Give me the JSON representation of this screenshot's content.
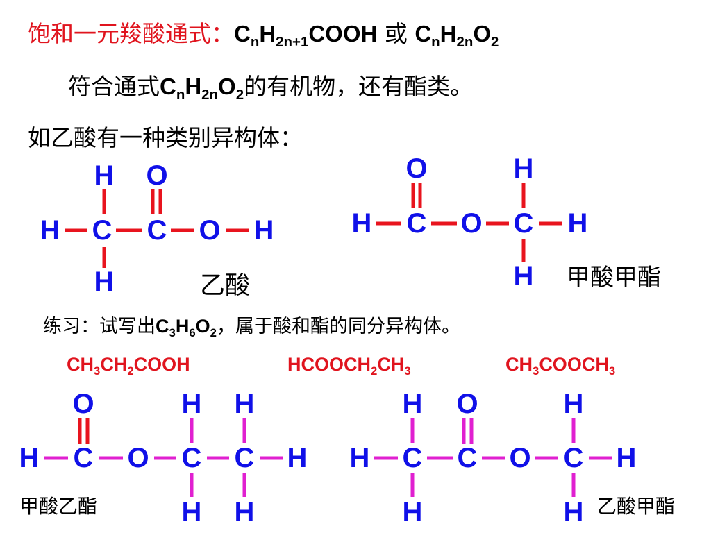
{
  "header": {
    "title_label": "饱和一元羧酸通式：",
    "formula_1": [
      "C",
      "n",
      "H",
      "2n+1",
      "COOH"
    ],
    "or_text": " 或 ",
    "formula_2": [
      "C",
      "n",
      "H",
      "2n",
      "O",
      "2"
    ]
  },
  "line2": {
    "prefix": "符合通式",
    "formula": [
      "C",
      "n",
      "H",
      "2n",
      "O",
      "2"
    ],
    "suffix": "的有机物，还有酯类。"
  },
  "line3": {
    "text": "如乙酸有一种类别异构体："
  },
  "exercise": {
    "prefix": "练习：试写出",
    "formula": [
      "C",
      "3",
      "H",
      "6",
      "O",
      "2"
    ],
    "suffix": "，属于酸和酯的同分异构体。"
  },
  "isomer_formulas": [
    [
      "CH",
      "3",
      "CH",
      "2",
      "COOH"
    ],
    [
      "HCOOCH",
      "2",
      "CH",
      "3"
    ],
    [
      "CH",
      "3",
      "COOCH",
      "3"
    ]
  ],
  "molecules": {
    "acetic_acid": {
      "label": "乙酸",
      "atoms": [
        "H",
        "O",
        "H",
        "C",
        "C",
        "O",
        "H",
        "H"
      ]
    },
    "methyl_formate": {
      "label": "甲酸甲酯",
      "atoms": [
        "O",
        "H",
        "H",
        "C",
        "O",
        "C",
        "H",
        "H"
      ]
    },
    "ethyl_formate": {
      "label": "甲酸乙酯",
      "atoms": [
        "O",
        "H",
        "H",
        "H",
        "C",
        "O",
        "C",
        "C",
        "H",
        "H",
        "H"
      ]
    },
    "methyl_acetate": {
      "label": "乙酸甲酯",
      "atoms": [
        "H",
        "O",
        "H",
        "H",
        "C",
        "C",
        "O",
        "C",
        "H",
        "H",
        "H"
      ]
    }
  },
  "colors": {
    "heading": "#e0141e",
    "text": "#000000",
    "atom": "#1010e8",
    "bond_red": "#e8141e",
    "bond_magenta": "#e020d0"
  }
}
